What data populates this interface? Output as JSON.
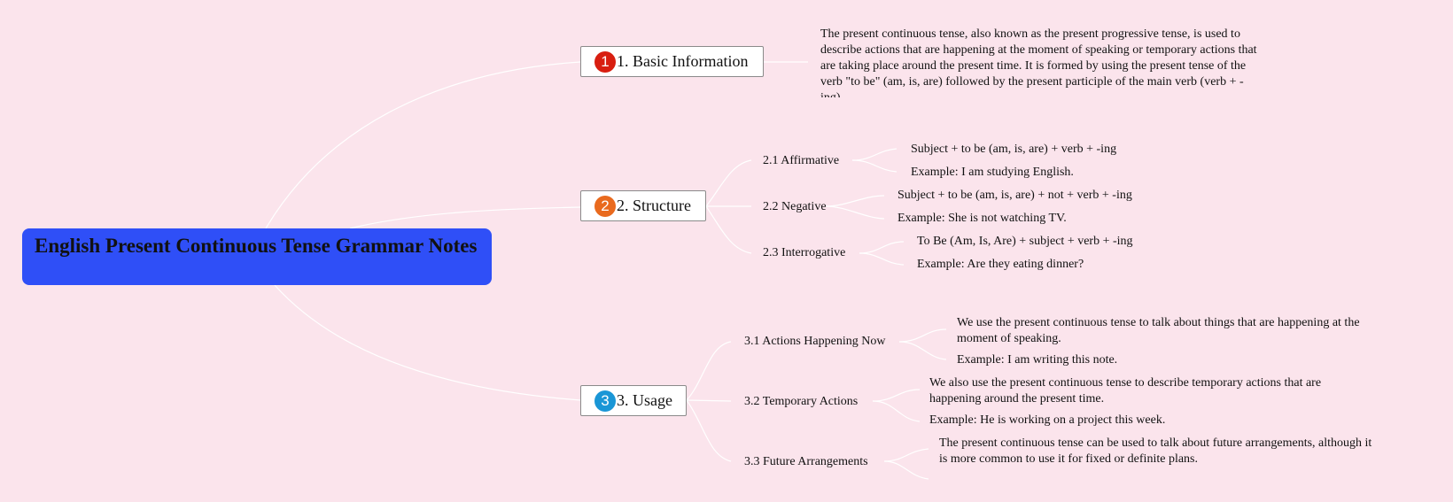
{
  "title": "English Present Continuous Tense Grammar Notes",
  "colors": {
    "background": "#fbe4ec",
    "root": "#2f4ff7",
    "line": "#ffffff",
    "badge1": "#d81e10",
    "badge2": "#e96a1e",
    "badge3": "#1a96d6"
  },
  "branches": [
    {
      "number": "1",
      "label": "1. Basic Information",
      "text": "The present continuous tense, also known as the present progressive tense, is used to describe actions that are happening at the moment of speaking or temporary actions that are taking place around the present time. It is formed by using the present tense of the verb \"to be\" (am, is, are) followed by the present participle of the main verb (verb + -ing)."
    },
    {
      "number": "2",
      "label": "2. Structure",
      "subs": [
        {
          "label": "2.1 Affirmative",
          "leaves": [
            "Subject + to be (am, is, are) + verb + -ing",
            "Example: I am studying English."
          ]
        },
        {
          "label": "2.2 Negative",
          "leaves": [
            "Subject + to be (am, is, are) + not + verb + -ing",
            "Example: She is not watching TV."
          ]
        },
        {
          "label": "2.3 Interrogative",
          "leaves": [
            "To Be (Am, Is, Are) + subject + verb + -ing",
            "Example: Are they eating dinner?"
          ]
        }
      ]
    },
    {
      "number": "3",
      "label": "3. Usage",
      "subs": [
        {
          "label": "3.1 Actions Happening Now",
          "leaves": [
            "We use the present continuous tense to talk about things that are happening at the moment of speaking.",
            "Example: I am writing this note."
          ]
        },
        {
          "label": "3.2 Temporary Actions",
          "leaves": [
            "We also use the present continuous tense to describe temporary actions that are happening around the present time.",
            "Example: He is working on a project this week."
          ]
        },
        {
          "label": "3.3 Future Arrangements",
          "leaves": [
            "The present continuous tense can be used to talk about future arrangements, although it is more common to use it for fixed or definite plans."
          ]
        }
      ]
    }
  ]
}
